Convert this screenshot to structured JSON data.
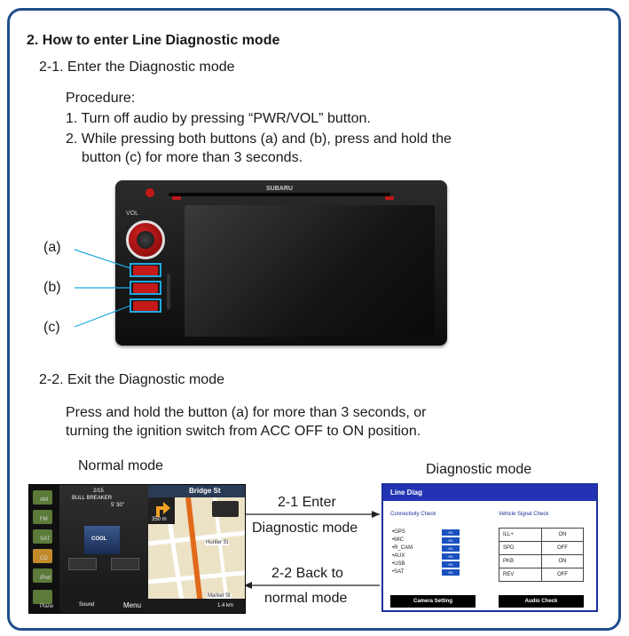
{
  "section_title": "2. How to enter Line Diagnostic mode",
  "sub_2_1": "2-1. Enter the Diagnostic mode",
  "procedure_label": "Procedure:",
  "procedure_steps": [
    "1. Turn off audio by pressing “PWR/VOL” button.",
    "2. While pressing both buttons (a) and (b), press and hold the",
    "button (c) for more than 3 seconds."
  ],
  "head_unit": {
    "brand": "SUBARU",
    "vol_label": "VOL",
    "callouts": [
      "(a)",
      "(b)",
      "(c)"
    ],
    "highlight_color": "#20a8e0"
  },
  "sub_2_2": "2-2. Exit the Diagnostic mode",
  "exit_text": [
    "Press and hold the button (a) for more than 3 seconds, or",
    "turning the ignition switch from ACC OFF to ON position."
  ],
  "normal_mode": {
    "caption": "Normal mode",
    "track_no": "2/15",
    "track_title": "BULL BREAKER",
    "track_time": "5' 30\"",
    "street": "Bridge St",
    "distance": "350 m",
    "side_items": [
      "AM",
      "FM",
      "SAT",
      "CD",
      "iPod",
      "Plane"
    ],
    "sound_button": "Sound",
    "menu_button": "Menu",
    "street_labels": [
      "Hunter St",
      "Market St"
    ],
    "bottom_distance": "1.4 km",
    "album_text": "COOL"
  },
  "arrows": {
    "enter_line1": "2-1 Enter",
    "enter_line2": "Diagnostic mode",
    "back_line1": "2-2 Back to",
    "back_line2": "normal mode"
  },
  "diagnostic_mode": {
    "caption": "Diagnostic mode",
    "title": "Line Diag",
    "connectivity_header": "Connectivity Check",
    "connectivity_items": [
      "•GPS",
      "•MIC",
      "•R_CAM",
      "•AUX",
      "•USB",
      "•SAT"
    ],
    "ok_label": "OK",
    "vehicle_header": "Vehicle Signal Check",
    "vehicle_signals": [
      {
        "name": "ILL+",
        "state": "ON"
      },
      {
        "name": "SPD",
        "state": "OFF"
      },
      {
        "name": "PKB",
        "state": "ON"
      },
      {
        "name": "REV",
        "state": "OFF"
      }
    ],
    "camera_button": "Camera Setting",
    "audio_button": "Audio Check",
    "accent_color": "#2234b4"
  }
}
